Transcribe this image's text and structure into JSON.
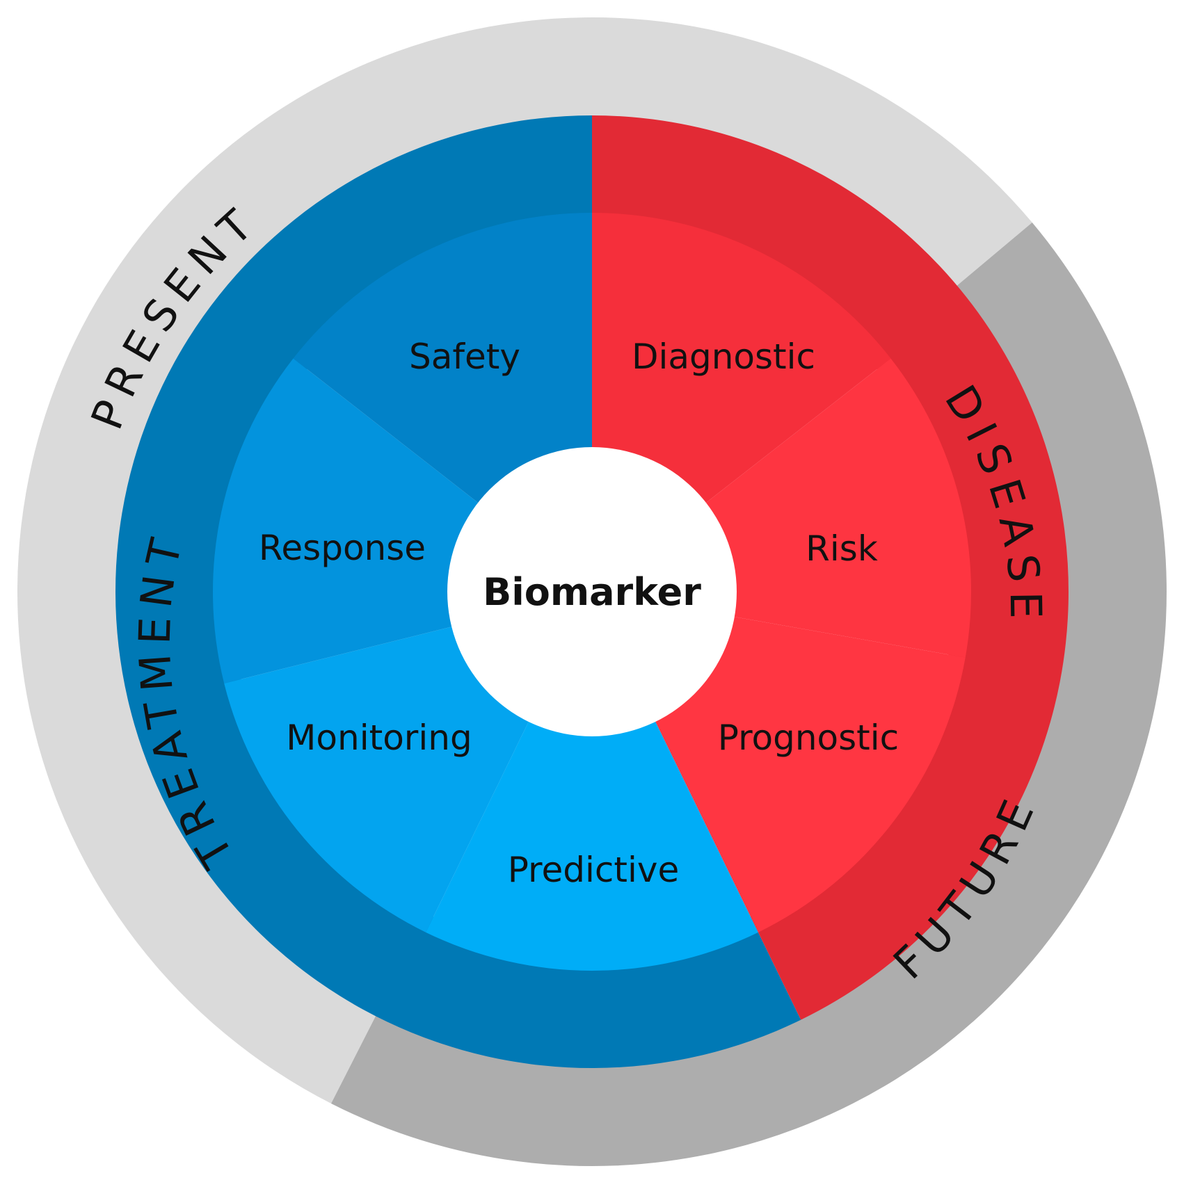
{
  "center": {
    "label": "Biomarker"
  },
  "outer_ring": [
    {
      "label": "PRESENT",
      "color": "#dadada"
    },
    {
      "label": "FUTURE",
      "color": "#adadad"
    }
  ],
  "groups": [
    {
      "label": "TREATMENT",
      "color": "#0079b5"
    },
    {
      "label": "DISEASE",
      "color": "#e22a35"
    }
  ],
  "segments": [
    {
      "label": "Diagnostic",
      "group": "DISEASE",
      "color": "#f52f3b"
    },
    {
      "label": "Risk",
      "group": "DISEASE",
      "color": "#fe3541"
    },
    {
      "label": "Prognostic",
      "group": "DISEASE",
      "color": "#ff3642"
    },
    {
      "label": "Predictive",
      "group": "TREATMENT",
      "color": "#00adf7"
    },
    {
      "label": "Monitoring",
      "group": "TREATMENT",
      "color": "#03a4ef"
    },
    {
      "label": "Response",
      "group": "TREATMENT",
      "color": "#0393dd"
    },
    {
      "label": "Safety",
      "group": "TREATMENT",
      "color": "#0282c8"
    }
  ]
}
